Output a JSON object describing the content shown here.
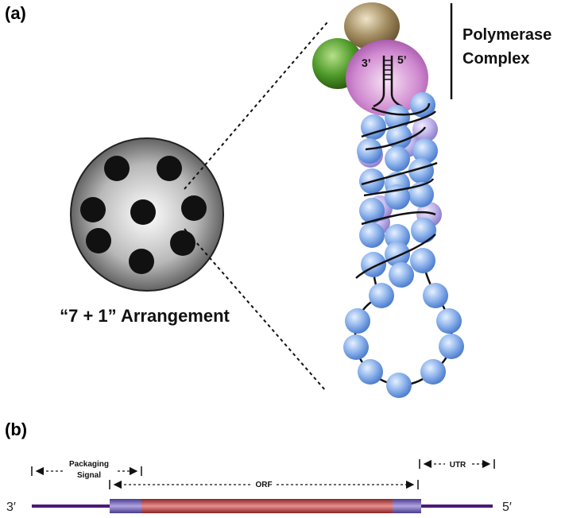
{
  "panels": {
    "a": "(a)",
    "b": "(b)"
  },
  "arrangement_label": "“7 + 1” Arrangement",
  "polymerase": {
    "line1": "Polymerase",
    "line2": "Complex",
    "end3": "3’",
    "end5": "5’"
  },
  "strand": {
    "left_end": "3′",
    "right_end": "5′"
  },
  "regions": {
    "packaging_line1": "Packaging",
    "packaging_line2": "Signal",
    "orf": "ORF",
    "utr": "UTR"
  },
  "colors": {
    "nucleoprotein": "#7aa7e6",
    "nucleoprotein_light": "#b8a8e0",
    "polymerase_pink": "#c878c8",
    "polymerase_green": "#4f9a2a",
    "polymerase_brown": "#a08a5e",
    "rna_line": "#4a1a7a",
    "orf_red": "#b03030",
    "utr_purple": "#7060b0"
  }
}
